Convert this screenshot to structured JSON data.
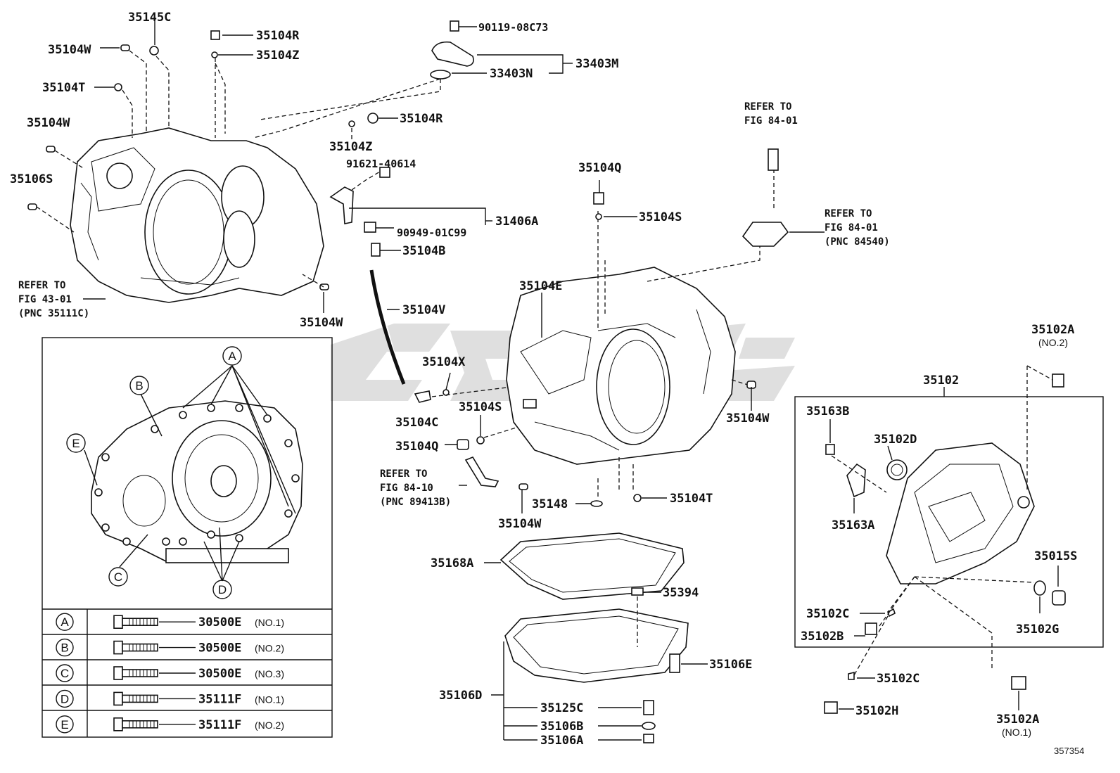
{
  "labels": {
    "l35145C": "35145C",
    "l35104W_a": "35104W",
    "l35104R_a": "35104R",
    "l35104Z_a": "35104Z",
    "l35104T_a": "35104T",
    "l35104W_b": "35104W",
    "l35106S": "35106S",
    "l90119": "90119-08C73",
    "l33403M": "33403M",
    "l33403N": "33403N",
    "l35104R_b": "35104R",
    "l35104Z_b": "35104Z",
    "l91621": "91621-40614",
    "l31406A": "31406A",
    "l90949": "90949-01C99",
    "l35104B": "35104B",
    "l35104V": "35104V",
    "l35104W_c": "35104W",
    "l35104Q_a": "35104Q",
    "l35104S_a": "35104S",
    "l35104E": "35104E",
    "l35104X": "35104X",
    "l35104C": "35104C",
    "l35104S_b": "35104S",
    "l35104Q_b": "35104Q",
    "l35148": "35148",
    "l35104T_b": "35104T",
    "l35104W_d": "35104W",
    "l35104W_e": "35104W",
    "l35102A_a": "35102A",
    "l35102": "35102",
    "l35163B": "35163B",
    "l35102D": "35102D",
    "l35163A": "35163A",
    "l35015S": "35015S",
    "l35102C_a": "35102C",
    "l35102B": "35102B",
    "l35102G": "35102G",
    "l35102C_b": "35102C",
    "l35102H": "35102H",
    "l35102A_b": "35102A",
    "l35168A": "35168A",
    "l35394": "35394",
    "l35106E": "35106E",
    "l35106D": "35106D",
    "l35125C": "35125C",
    "l35106B": "35106B",
    "l35106A": "35106A"
  },
  "sublabels": {
    "no2_top": "(NO.2)",
    "no1_bottom": "(NO.1)"
  },
  "notes": {
    "refer_43_1": "REFER TO",
    "refer_43_2": "FIG 43-01",
    "refer_43_3": "(PNC 35111C)",
    "refer_84a_1": "REFER TO",
    "refer_84a_2": "FIG 84-01",
    "refer_84b_1": "REFER TO",
    "refer_84b_2": "FIG 84-01",
    "refer_84b_3": "(PNC 84540)",
    "refer_84c_1": "REFER TO",
    "refer_84c_2": "FIG 84-10",
    "refer_84c_3": "(PNC 89413B)"
  },
  "inset": {
    "callouts": [
      "A",
      "B",
      "C",
      "D",
      "E"
    ],
    "rows": [
      {
        "key": "A",
        "part": "30500E",
        "spec": "(NO.1)"
      },
      {
        "key": "B",
        "part": "30500E",
        "spec": "(NO.2)"
      },
      {
        "key": "C",
        "part": "30500E",
        "spec": "(NO.3)"
      },
      {
        "key": "D",
        "part": "35111F",
        "spec": "(NO.1)"
      },
      {
        "key": "E",
        "part": "35111F",
        "spec": "(NO.2)"
      }
    ]
  },
  "figure_number": "357354",
  "colors": {
    "line": "#111111",
    "watermark": "#d9d9d9",
    "background": "#ffffff"
  }
}
